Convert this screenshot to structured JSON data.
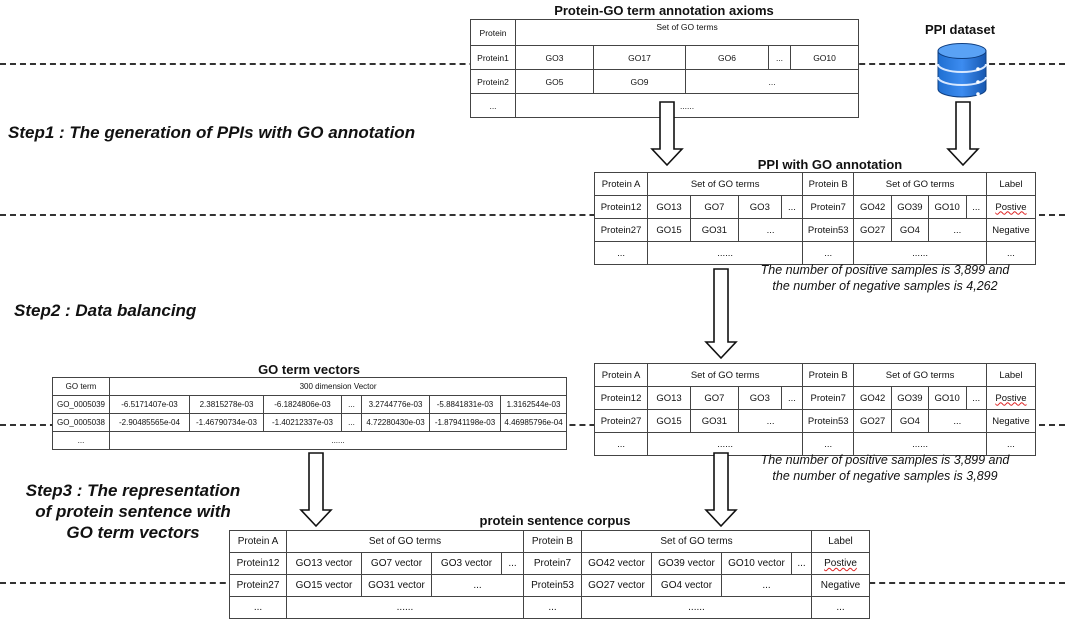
{
  "steps": {
    "step1": "Step1 : The generation of PPIs with GO annotation",
    "step2": "Step2 : Data balancing",
    "step3_line1": "Step3 : The representation",
    "step3_line2": "of protein sentence with",
    "step3_line3": "GO term vectors"
  },
  "axioms": {
    "title": "Protein-GO term annotation axioms",
    "header_protein": "Protein",
    "header_go": "Set of GO terms",
    "rows": [
      {
        "p": "Protein1",
        "c": [
          "GO3",
          "GO17",
          "GO6",
          "...",
          "GO10"
        ]
      },
      {
        "p": "Protein2",
        "c": [
          "GO5",
          "GO9",
          "..."
        ]
      },
      {
        "p": "...",
        "c": [
          "......"
        ]
      }
    ]
  },
  "ppi_dataset": {
    "title": "PPI dataset",
    "icon": "database-icon",
    "icon_color": "#1f6fd1"
  },
  "ppi_go": {
    "title": "PPI with GO annotation",
    "headers": [
      "Protein A",
      "Set of GO terms",
      "Protein B",
      "Set of GO terms",
      "Label"
    ],
    "rows": [
      {
        "a": "Protein12",
        "ga": [
          "GO13",
          "GO7",
          "GO3",
          "..."
        ],
        "b": "Protein7",
        "gb": [
          "GO42",
          "GO39",
          "GO10",
          "..."
        ],
        "label": "Postive"
      },
      {
        "a": "Protein27",
        "ga": [
          "GO15",
          "GO31",
          "..."
        ],
        "b": "Protein53",
        "gb": [
          "GO27",
          "GO4",
          "..."
        ],
        "label": "Negative"
      },
      {
        "a": "...",
        "ga": [
          "......"
        ],
        "b": "...",
        "gb": [
          "......"
        ],
        "label": "..."
      }
    ],
    "note_line1": "The number of positive samples is 3,899 and",
    "note_line2": "the number of negative samples is 4,262"
  },
  "balanced": {
    "headers": [
      "Protein A",
      "Set of GO terms",
      "Protein B",
      "Set of GO terms",
      "Label"
    ],
    "rows": [
      {
        "a": "Protein12",
        "ga": [
          "GO13",
          "GO7",
          "GO3",
          "..."
        ],
        "b": "Protein7",
        "gb": [
          "GO42",
          "GO39",
          "GO10",
          "..."
        ],
        "label": "Postive"
      },
      {
        "a": "Protein27",
        "ga": [
          "GO15",
          "GO31",
          "..."
        ],
        "b": "Protein53",
        "gb": [
          "GO27",
          "GO4",
          "..."
        ],
        "label": "Negative"
      },
      {
        "a": "...",
        "ga": [
          "......"
        ],
        "b": "...",
        "gb": [
          "......"
        ],
        "label": "..."
      }
    ],
    "note_line1": "The number of positive samples is 3,899 and",
    "note_line2": "the number of negative samples is 3,899"
  },
  "vectors": {
    "title": "GO term vectors",
    "header_term": "GO term",
    "header_vec": "300 dimension Vector",
    "rows": [
      {
        "term": "GO_0005039",
        "v": [
          "-6.5171407e-03",
          "2.3815278e-03",
          "-6.1824806e-03",
          "...",
          "3.2744776e-03",
          "-5.8841831e-03",
          "1.3162544e-03"
        ]
      },
      {
        "term": "GO_0005038",
        "v": [
          "-2.90485565e-04",
          "-1.46790734e-03",
          "-1.40212337e-03",
          "...",
          "4.72280430e-03",
          "-1.87941198e-03",
          "4.46985796e-04"
        ]
      },
      {
        "term": "...",
        "v": [
          "......"
        ]
      }
    ]
  },
  "corpus": {
    "title": "protein sentence corpus",
    "headers": [
      "Protein A",
      "Set of GO terms",
      "Protein B",
      "Set of GO terms",
      "Label"
    ],
    "rows": [
      {
        "a": "Protein12",
        "ga": [
          "GO13 vector",
          "GO7 vector",
          "GO3 vector",
          "..."
        ],
        "b": "Protein7",
        "gb": [
          "GO42 vector",
          "GO39 vector",
          "GO10 vector",
          "..."
        ],
        "label": "Postive"
      },
      {
        "a": "Protein27",
        "ga": [
          "GO15 vector",
          "GO31 vector",
          "..."
        ],
        "b": "Protein53",
        "gb": [
          "GO27 vector",
          "GO4 vector",
          "..."
        ],
        "label": "Negative"
      },
      {
        "a": "...",
        "ga": [
          "......"
        ],
        "b": "...",
        "gb": [
          "......"
        ],
        "label": "..."
      }
    ]
  }
}
